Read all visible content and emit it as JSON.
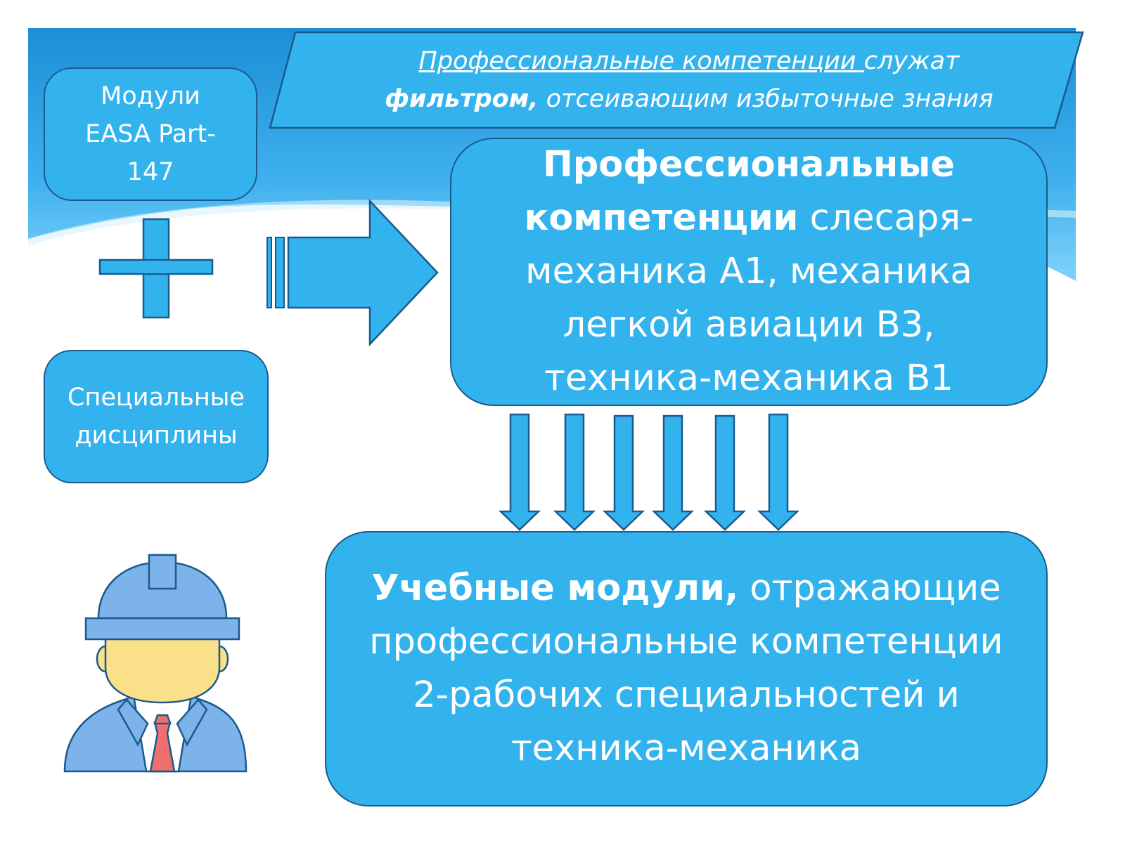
{
  "banner": {
    "underlined": "Профессиональные компетенции ",
    "rest_line1": "служат",
    "bold": "фильтром,",
    "rest_line2": " отсеивающим избыточные знания"
  },
  "modules_box": {
    "line1": "Модули",
    "line2": "EASA Part-",
    "line3": "147"
  },
  "special_box": {
    "line1": "Специальные",
    "line2": "дисциплины"
  },
  "competencies_box": {
    "bold_line1": "Профессиональные",
    "bold_line2": "компетенции",
    "rest_line2": " слесаря-",
    "line3": "механика А1, механика",
    "line4": "легкой авиации В3,",
    "line5": "техника-механика В1"
  },
  "learning_box": {
    "bold": "Учебные модули,",
    "rest_line1": " отражающие",
    "line2": "профессиональные компетенции",
    "line3": "2-рабочих специальностей и",
    "line4": "техника-механика"
  },
  "icons": [
    "plus-icon",
    "right-arrow-icon",
    "down-arrow-icon",
    "worker-icon"
  ],
  "colors": {
    "box_fill": "#33b3ee",
    "box_border": "#1a5a8c",
    "header_gradient_top": "#1b8fd6",
    "header_gradient_bottom": "#5fc6f5"
  }
}
